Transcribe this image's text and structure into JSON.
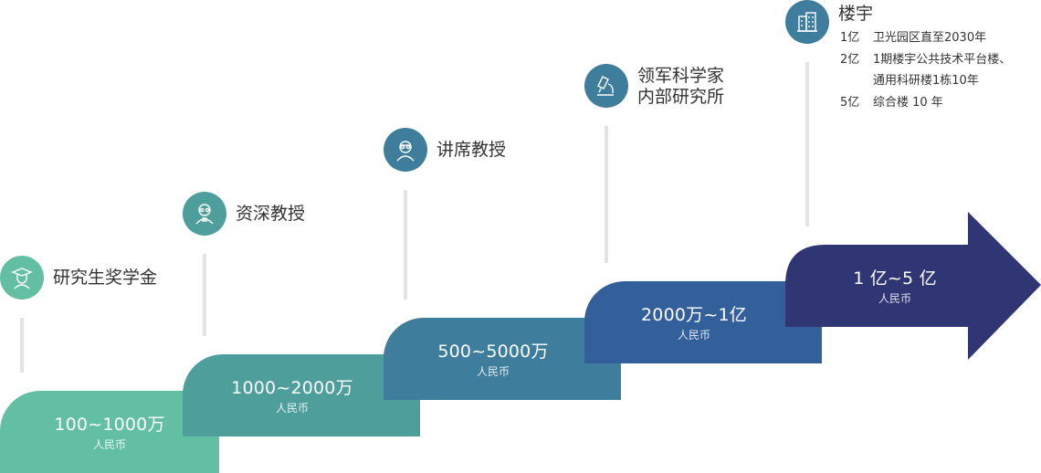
{
  "colors": {
    "step1": "#63bfa2",
    "step2": "#4e9e9c",
    "step3": "#3e7d9b",
    "step4": "#335f9a",
    "step5": "#2f3673"
  },
  "steps": [
    {
      "amount": "100~1000万",
      "unit": "人民币"
    },
    {
      "amount": "1000~2000万",
      "unit": "人民币"
    },
    {
      "amount": "500~5000万",
      "unit": "人民币"
    },
    {
      "amount": "2000万~1亿",
      "unit": "人民币"
    },
    {
      "amount": "1 亿~5 亿",
      "unit": "人民币"
    }
  ],
  "items": [
    {
      "label": "研究生奖学金",
      "icon": "graduate-icon"
    },
    {
      "label": "资深教授",
      "icon": "professor-icon"
    },
    {
      "label": "讲席教授",
      "icon": "chair-professor-icon"
    },
    {
      "label_line1": "领军科学家",
      "label_line2": "内部研究所",
      "icon": "microscope-icon"
    },
    {
      "label": "楼宇",
      "icon": "building-icon"
    }
  ],
  "building_details": [
    {
      "amount": "1亿",
      "text": "卫光园区直至2030年"
    },
    {
      "amount": "2亿",
      "text": "1期楼宇公共技术平台楼、"
    },
    {
      "amount": "",
      "text": "通用科研楼1栋10年"
    },
    {
      "amount": "5亿",
      "text": "综合楼 10 年"
    }
  ]
}
